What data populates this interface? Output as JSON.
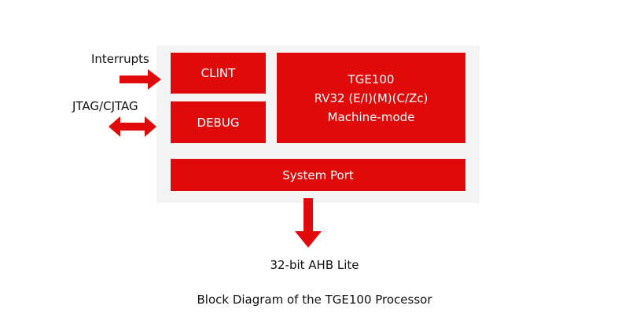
{
  "diagram": {
    "title": "Block Diagram of the TGE100 Processor",
    "colors": {
      "block_fill": "#e00a0a",
      "block_text": "#ffffff",
      "panel_bg": "#f4f4f4",
      "label_text": "#111111"
    },
    "blocks": {
      "clint": "CLINT",
      "debug": "DEBUG",
      "core": {
        "line1": "TGE100",
        "line2": "RV32 (E/I)(M)(C/Zc)",
        "line3": "Machine-mode"
      },
      "system_port": "System Port"
    },
    "external": {
      "interrupts": {
        "label": "Interrupts",
        "arrow": "right-arrow",
        "target": "CLINT"
      },
      "jtag": {
        "label": "JTAG/CJTAG",
        "arrow": "bidirectional-arrow",
        "target": "DEBUG"
      },
      "bus": {
        "label": "32-bit AHB Lite",
        "arrow": "down-arrow",
        "source": "System Port"
      }
    }
  }
}
